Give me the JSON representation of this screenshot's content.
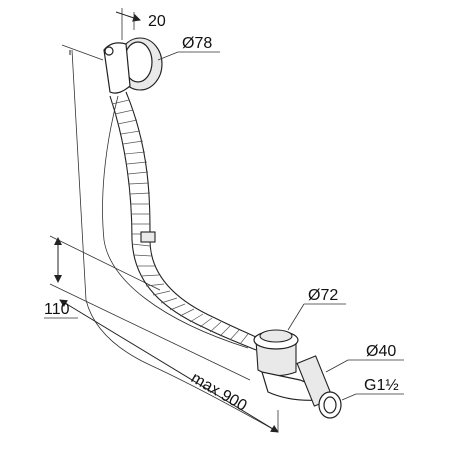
{
  "drawing": {
    "labels": {
      "overflow_offset": "20",
      "overflow_diameter": "Ø78",
      "waste_diameter": "Ø72",
      "pipe_diameter": "Ø40",
      "thread": "G1½",
      "height": "110",
      "max_length": "max 900"
    }
  }
}
